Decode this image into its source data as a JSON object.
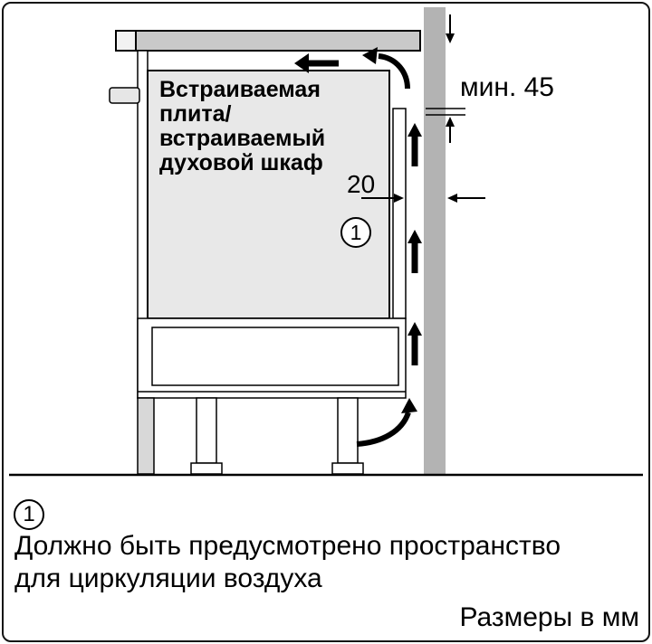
{
  "diagram": {
    "appliance_label": "Встраиваемая\nплита/\nвстраиваемый\nдуховой шкаф",
    "min_distance_label": "мин. 45",
    "gap_label": "20",
    "callout_number": "1"
  },
  "legend": {
    "callout_number": "1",
    "note": "Должно быть предусмотрено пространство\nдля циркуляции воздуха",
    "units_label": "Размеры в мм"
  },
  "colors": {
    "wall": "#b3b3b3",
    "countertop": "#c9c9c9",
    "countertop_edge": "#f2f2f2",
    "appliance": "#e8e8e8",
    "plinth": "#d8d8d8",
    "line": "#000000"
  }
}
